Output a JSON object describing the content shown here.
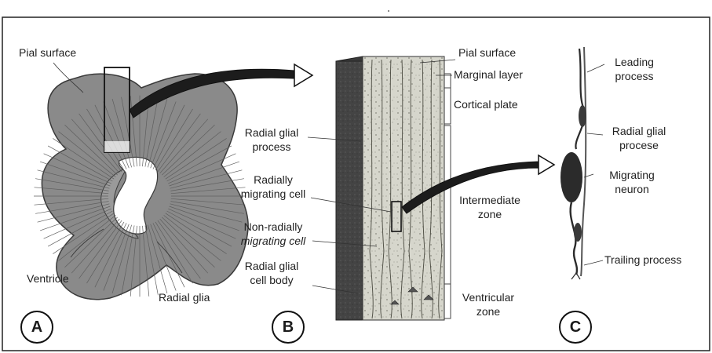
{
  "panels": {
    "a": {
      "letter": "A",
      "labels": {
        "pial_surface": "Pial surface",
        "ventricle": "Ventricle",
        "radial_glia": "Radial glia"
      }
    },
    "b": {
      "letter": "B",
      "labels": {
        "pial_surface": "Pial surface",
        "marginal_layer": "Marginal layer",
        "cortical_plate": "Cortical plate",
        "radial_glial_process_l1": "Radial glial",
        "radial_glial_process_l2": "process",
        "radially_migrating_l1": "Radially",
        "radially_migrating_l2": "migrating cell",
        "non_radially_l1": "Non-radially",
        "non_radially_l2": "migrating cell",
        "radial_glial_body_l1": "Radial glial",
        "radial_glial_body_l2": "cell body",
        "intermediate_zone_l1": "Intermediate",
        "intermediate_zone_l2": "zone",
        "ventricular_zone_l1": "Ventricular",
        "ventricular_zone_l2": "zone"
      }
    },
    "c": {
      "letter": "C",
      "labels": {
        "leading_l1": "Leading",
        "leading_l2": "process",
        "radial_glial_process_l1": "Radial glial",
        "radial_glial_process_l2": "procese",
        "migrating_neuron_l1": "Migrating",
        "migrating_neuron_l2": "neuron",
        "trailing_process": "Trailing process"
      }
    }
  },
  "colors": {
    "cortex_fill": "#8a8a8a",
    "cortex_stroke": "#3a3a3a",
    "block_face": "#d2d2c8",
    "block_side": "#3e3e3e",
    "neuron": "#2b2b2b",
    "arrow_fill": "#ffffff"
  }
}
